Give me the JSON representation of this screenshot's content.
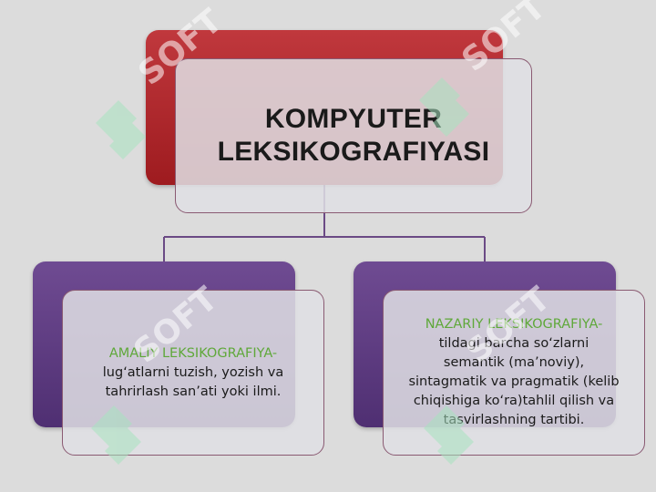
{
  "colors": {
    "background": "#dcdcdc",
    "top_back_box": "#b02a2f",
    "bottom_back_boxes": "#5f3d84",
    "front_box_fill": "#e0e0e4",
    "front_box_border": "#8a5a72",
    "connector": "#6b4a85",
    "accent_text": "#5fa83a",
    "watermark": "#a8e3c0"
  },
  "watermark": {
    "text": "SOFT",
    "icon": "soft-logo-icon"
  },
  "top_node": {
    "title": "KOMPYUTER LEKSIKOGRAFIYASI"
  },
  "left_node": {
    "term": "AMALIY LEKSIKOGRAFIYA-",
    "definition": "lug‘atlarni tuzish, yozish va tahrirlash san’ati yoki ilmi."
  },
  "right_node": {
    "term": "NAZARIY LEKSIKOGRAFIYA-",
    "definition": "tildagi barcha so‘zlarni semantik (ma’noviy), sintagmatik va pragmatik (kelib chiqishiga ko‘ra)tahlil qilish va tasvirlashning tartibi."
  }
}
